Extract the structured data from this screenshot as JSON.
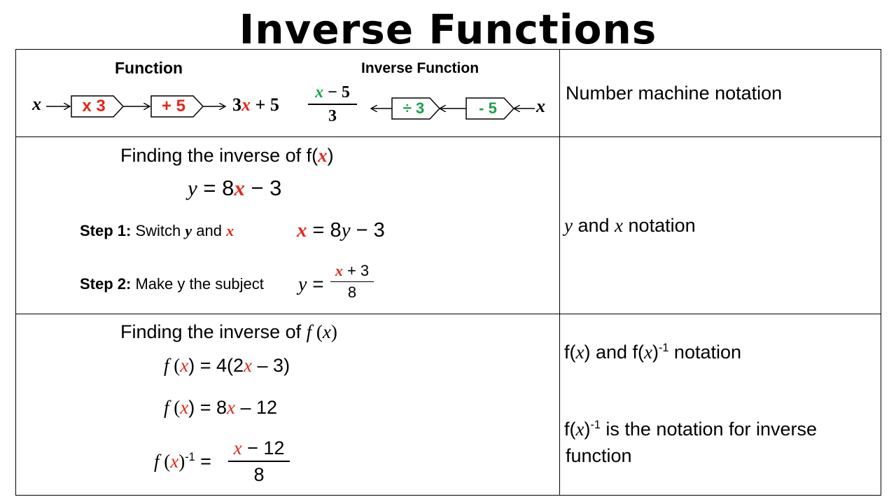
{
  "title": "Inverse Functions",
  "colors": {
    "highlight_red": "#e3261b",
    "highlight_green": "#17a24b",
    "border": "#000000"
  },
  "row1": {
    "function_heading": "Function",
    "inverse_heading": "Inverse Function",
    "input_var": "x",
    "box1": "x 3",
    "box2": "+ 5",
    "result_pre": "3",
    "result_var": "x",
    "result_post": " + 5",
    "inv_num_var": "x",
    "inv_num_rest": " − 5",
    "inv_den": "3",
    "inv_box1": "÷ 3",
    "inv_box2": "- 5",
    "inv_input_var": "x",
    "label": "Number machine notation"
  },
  "row2": {
    "heading_pre": "Finding the inverse of f(",
    "heading_var": "x",
    "heading_post": ")",
    "eq_y": "y",
    "eq_mid": " = 8",
    "eq_x": "x",
    "eq_post": " − 3",
    "step1_label": "Step 1:",
    "step1_text": " Switch ",
    "step1_y": "y",
    "step1_and": " and ",
    "step1_x": "x",
    "step1_eq_x": "x",
    "step1_eq_mid": " = 8",
    "step1_eq_y": "y",
    "step1_eq_post": " − 3",
    "step2_label": "Step 2:",
    "step2_text": " Make y the subject",
    "step2_y": "y",
    "step2_eq": " =",
    "step2_num_var": "x",
    "step2_num_rest": " + 3",
    "step2_den": "8",
    "label_y": "y",
    "label_and": " and ",
    "label_x": "x",
    "label_post": " notation"
  },
  "row3": {
    "heading_pre": "Finding the inverse of ",
    "heading_f": "f",
    "heading_arg_open": " (",
    "heading_var": "x",
    "heading_arg_close": ")",
    "line1_f": "f",
    "line1_open": " (",
    "line1_x": "x",
    "line1_mid": ") = 4(2",
    "line1_x2": "x",
    "line1_post": " – 3)",
    "line2_f": "f",
    "line2_open": " (",
    "line2_x": "x",
    "line2_mid": ") = 8",
    "line2_x2": "x",
    "line2_post": " – 12",
    "line3_f": "f",
    "line3_open": " (",
    "line3_x": "x",
    "line3_close": ")",
    "line3_sup": "-1",
    "line3_eq": " =",
    "line3_num_var": "x",
    "line3_num_rest": " − 12",
    "line3_den": "8",
    "label1_pre": "f(",
    "label1_x": "x",
    "label1_mid": ") and f(",
    "label1_x2": "x",
    "label1_close": ")",
    "label1_sup": "-1",
    "label1_post": " notation",
    "label2_pre": "f(",
    "label2_x": "x",
    "label2_close": ")",
    "label2_sup": "-1",
    "label2_post": " is the notation for inverse",
    "label2_line2": "function"
  }
}
